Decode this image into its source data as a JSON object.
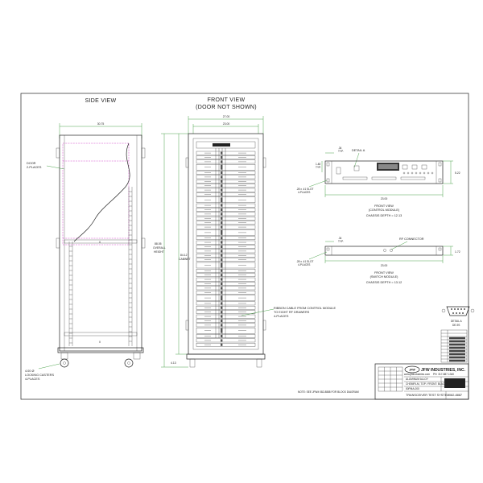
{
  "side_view": {
    "title": "SIDE VIEW",
    "width_dim": "30.75",
    "door_label_1": "DOOR",
    "door_label_2": "2-PLACES",
    "casters_label_1": "4.00 Ø",
    "casters_label_2": "LOCKING CASTERS",
    "casters_label_3": "4-PLACES"
  },
  "front_view": {
    "title_1": "FRONT VIEW",
    "title_2": "(DOOR NOT SHOWN)",
    "outer_width_dim": "27.00",
    "inner_width_dim": "23.00",
    "overall_height_1": "88.05",
    "overall_height_2": "OVERALL",
    "overall_height_3": "HEIGHT",
    "cabinet_height_1": "84.12",
    "cabinet_height_2": "CABINET",
    "caster_height": "4.13",
    "ribbon_label_1": "RIBBON CABLE FROM CONTROL MODULE",
    "ribbon_label_2": "TO EIGHT RF DRAWERS",
    "ribbon_label_3": "4-PLACES"
  },
  "control_module": {
    "detail_label": "DETAIL A",
    "top_dim_1": ".34",
    "top_dim_2": "TYP.",
    "left_dim": "1.48",
    "left_dim_2": "TYP.",
    "slot_1": ".28 x .41 SLOT",
    "slot_2": "4-PLACES",
    "width_dim": "23.00",
    "height_dim": "5.22",
    "caption_1": "FRONT VIEW",
    "caption_2": "(CONTROL MODULE)",
    "depth": "CHASSIS DEPTH = 12.13"
  },
  "switch_module": {
    "rf_connector": "RF CONNECTOR",
    "top_dim_1": ".34",
    "top_dim_2": "TYP.",
    "slot_1": ".28 x .41 SLOT",
    "slot_2": "4-PLACES",
    "width_dim": "23.00",
    "height_dim": "1.72",
    "caption_1": "FRONT VIEW",
    "caption_2": "(SWITCH MODULE)",
    "depth": "CHASSIS DEPTH = 13.12"
  },
  "detail_a": {
    "label_1": "DETAIL A",
    "label_2": "DE-9S"
  },
  "note": "NOTE: SEE JFW# 082-8888 FOR BLOCK DIAGRAM",
  "title_block": {
    "company": "JFW INDUSTRIES, INC.",
    "phone": "PH: 317-887-1340",
    "website": "www.jfwindustries.com",
    "material": "ALUMINUM ALLOY",
    "finish": "CHEMFILM, TOP / FRONT: BLACK",
    "part": "50PMA-000",
    "title": "TRANSCEIVER TEST SYSTEM",
    "drawing_no": "082-8887"
  }
}
